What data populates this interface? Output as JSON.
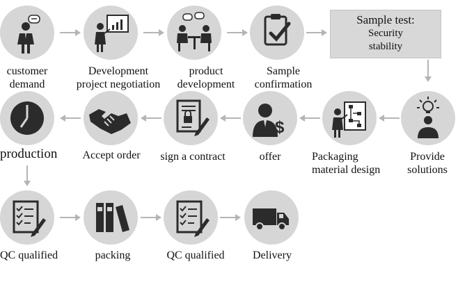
{
  "steps": {
    "customer_demand": "customer\ndemand",
    "development_project_negotiation": "Development\nproject negotiation",
    "product_development": "product\ndevelopment",
    "sample_confirmation": "Sample\nconfirmation",
    "provide_solutions": "Provide\nsolutions",
    "packaging_material_design": "Packaging\nmaterial design",
    "offer": "offer",
    "sign_a_contract": "sign a contract",
    "accept_order": "Accept order",
    "production": "production",
    "qc_qualified_1": "QC qualified",
    "packing": "packing",
    "qc_qualified_2": "QC qualified",
    "delivery": "Delivery"
  },
  "sample_test": {
    "title": "Sample test:",
    "line1": "Security",
    "line2": "stability"
  },
  "colors": {
    "circle": "#d6d6d6",
    "icon": "#2b2b2b",
    "arrow": "#b5b5b5",
    "box": "#d8d8d8"
  }
}
